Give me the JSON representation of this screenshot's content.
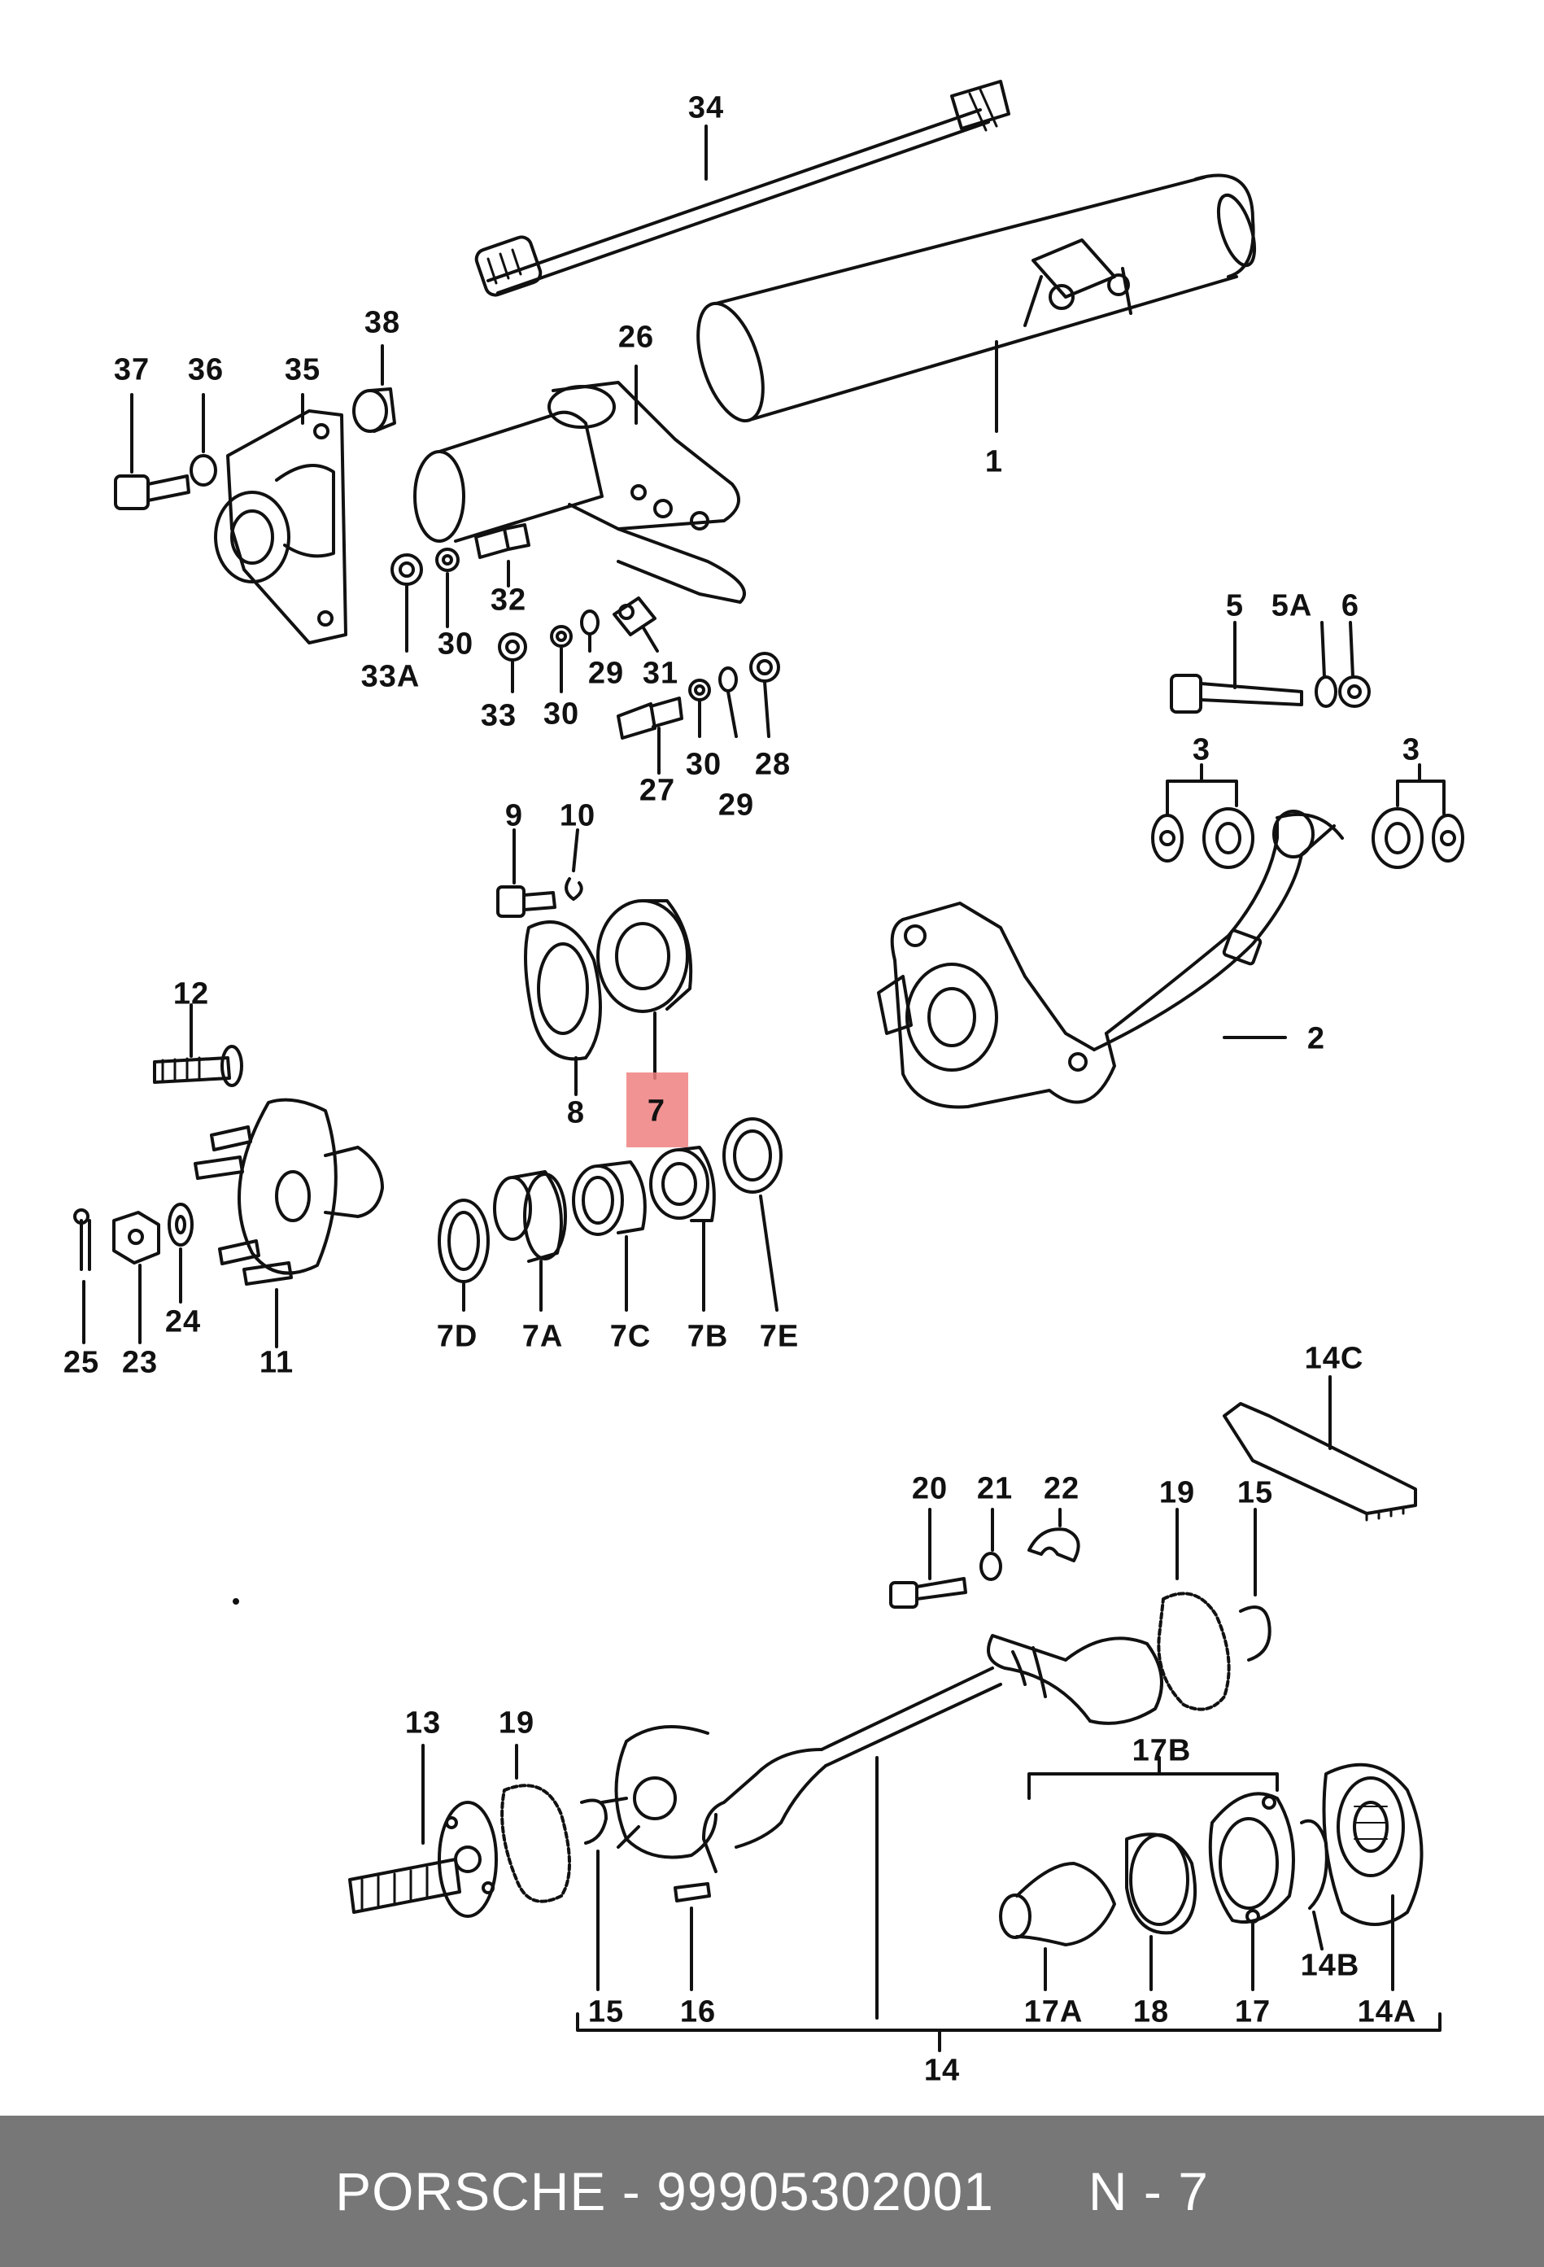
{
  "highlight_color": "#f08080",
  "footer": {
    "text": "PORSCHE - 99905302001      N - 7",
    "background": "#777777"
  },
  "labels": {
    "p1": "1",
    "p2": "2",
    "p3a": "3",
    "p3b": "3",
    "p5": "5",
    "p5a": "5A",
    "p6": "6",
    "p7": "7",
    "p7a": "7A",
    "p7b": "7B",
    "p7c": "7C",
    "p7d": "7D",
    "p7e": "7E",
    "p8": "8",
    "p9": "9",
    "p10": "10",
    "p11": "11",
    "p12": "12",
    "p13": "13",
    "p14": "14",
    "p14a": "14A",
    "p14b": "14B",
    "p14c": "14C",
    "p15a": "15",
    "p15b": "15",
    "p16": "16",
    "p17": "17",
    "p17a": "17A",
    "p17b": "17B",
    "p18": "18",
    "p19a": "19",
    "p19b": "19",
    "p20": "20",
    "p21": "21",
    "p22": "22",
    "p23": "23",
    "p24": "24",
    "p25": "25",
    "p26": "26",
    "p27": "27",
    "p28": "28",
    "p29a": "29",
    "p29b": "29",
    "p30a": "30",
    "p30b": "30",
    "p30c": "30",
    "p31": "31",
    "p32": "32",
    "p33": "33",
    "p33a": "33A",
    "p34": "34",
    "p35": "35",
    "p36": "36",
    "p37": "37",
    "p38": "38"
  }
}
